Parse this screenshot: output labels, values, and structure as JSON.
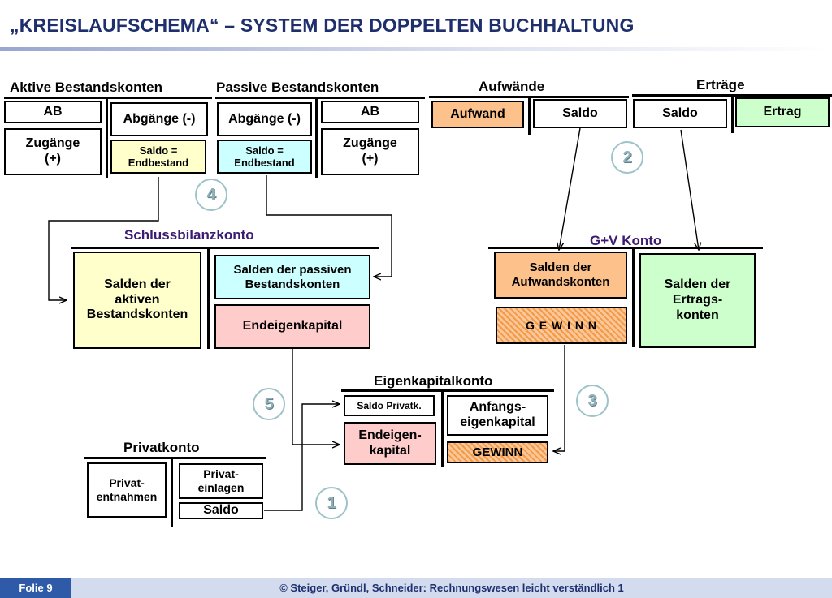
{
  "title": "„KREISLAUFSCHEMA“ – SYSTEM DER DOPPELTEN BUCHHALTUNG",
  "aktiv": {
    "header": "Aktive Bestandskonten",
    "ab": "AB",
    "zugaenge": "Zugänge\n(+)",
    "abgaenge": "Abgänge (-)",
    "saldo": "Saldo =\nEndbestand"
  },
  "passiv": {
    "header": "Passive Bestandskonten",
    "abgaenge": "Abgänge (-)",
    "saldo": "Saldo =\nEndbestand",
    "ab": "AB",
    "zugaenge": "Zugänge\n(+)"
  },
  "aufwaende": {
    "header": "Aufwände",
    "aufwand": "Aufwand",
    "saldo": "Saldo"
  },
  "ertraege": {
    "header": "Erträge",
    "saldo": "Saldo",
    "ertrag": "Ertrag"
  },
  "sbk": {
    "header": "Schlussbilanzkonto",
    "aktiv_salden": "Salden der\naktiven\nBestandskonten",
    "passiv_salden": "Salden der passiven\nBestandskonten",
    "endeigenkapital": "Endeigenkapital"
  },
  "guv": {
    "header": "G+V Konto",
    "aufwand_salden": "Salden der\nAufwandskonten",
    "gewinn": "G E W I N N",
    "ertrag_salden": "Salden der\nErtrags-\nkonten"
  },
  "ek": {
    "header": "Eigenkapitalkonto",
    "saldo_privat": "Saldo Privatk.",
    "endeigenkapital": "Endeigen-\nkapital",
    "anfangs": "Anfangs-\neigenkapital",
    "gewinn": "GEWINN"
  },
  "privat": {
    "header": "Privatkonto",
    "entnahmen": "Privat-\nentnahmen",
    "einlagen": "Privat-\neinlagen",
    "saldo": "Saldo"
  },
  "steps": [
    "1",
    "2",
    "3",
    "4",
    "5"
  ],
  "footer": {
    "slide": "Folie 9",
    "credit": "© Steiger, Gründl, Schneider: Rechnungswesen leicht verständlich 1"
  },
  "colors": {
    "title": "#1f2f6e",
    "yellow": "#ffffcc",
    "cyan": "#ccffff",
    "orange": "#fdc28c",
    "green": "#ccffcc",
    "pink": "#ffcccc",
    "footer_blue": "#2f5aa8"
  }
}
